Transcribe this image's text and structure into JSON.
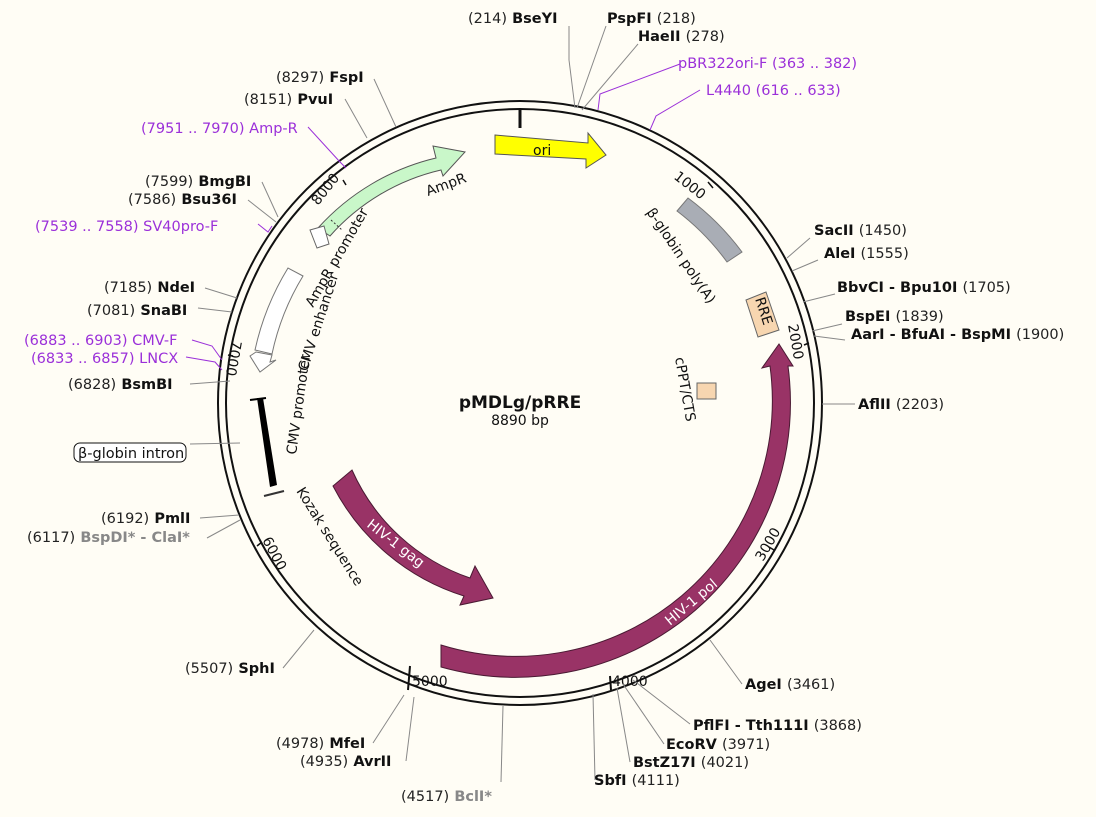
{
  "plasmid": {
    "name": "pMDLg/pRRE",
    "size_label": "8890 bp",
    "length": 8890
  },
  "colors": {
    "background": "#fffdf5",
    "backbone": "#111111",
    "primer": "#9b30d9",
    "ori": "#ffff00",
    "ampr": "#c9f7c9",
    "hiv": "#993366",
    "polya": "#a9adb5",
    "rre": "#f7d6b0",
    "disabled_site": "#888888"
  },
  "ticks": [
    "1000",
    "2000",
    "3000",
    "4000",
    "5000",
    "6000",
    "7000",
    "8000"
  ],
  "enzymes": [
    {
      "pos": "(214)",
      "name": "BseYI"
    },
    {
      "pos": "(218)",
      "name": "PspFI"
    },
    {
      "pos": "(278)",
      "name": "HaeII"
    },
    {
      "pos": "(1450)",
      "name": "SacII"
    },
    {
      "pos": "(1555)",
      "name": "AleI"
    },
    {
      "pos": "(1705)",
      "name": "BbvCI - Bpu10I"
    },
    {
      "pos": "(1839)",
      "name": "BspEI"
    },
    {
      "pos": "(1900)",
      "name": "AarI - BfuAI - BspMI"
    },
    {
      "pos": "(2203)",
      "name": "AflII"
    },
    {
      "pos": "(3461)",
      "name": "AgeI"
    },
    {
      "pos": "(3868)",
      "name": "PflFI - Tth111I"
    },
    {
      "pos": "(3971)",
      "name": "EcoRV"
    },
    {
      "pos": "(4021)",
      "name": "BstZ17I"
    },
    {
      "pos": "(4111)",
      "name": "SbfI"
    },
    {
      "pos": "(4517)",
      "name": "BclI*"
    },
    {
      "pos": "(4935)",
      "name": "AvrII"
    },
    {
      "pos": "(4978)",
      "name": "MfeI"
    },
    {
      "pos": "(5507)",
      "name": "SphI"
    },
    {
      "pos": "(6117)",
      "name": "BspDI* - ClaI*"
    },
    {
      "pos": "(6192)",
      "name": "PmlI"
    },
    {
      "pos": "(6828)",
      "name": "BsmBI"
    },
    {
      "pos": "(7081)",
      "name": "SnaBI"
    },
    {
      "pos": "(7185)",
      "name": "NdeI"
    },
    {
      "pos": "(7586)",
      "name": "Bsu36I"
    },
    {
      "pos": "(7599)",
      "name": "BmgBI"
    },
    {
      "pos": "(8151)",
      "name": "PvuI"
    },
    {
      "pos": "(8297)",
      "name": "FspI"
    }
  ],
  "primers": [
    {
      "name": "pBR322ori-F",
      "range": "(363 .. 382)"
    },
    {
      "name": "L4440",
      "range": "(616 .. 633)"
    },
    {
      "name": "Amp-R",
      "range": "(7951 .. 7970)"
    },
    {
      "name": "SV40pro-F",
      "range": "(7539 .. 7558)"
    },
    {
      "name": "CMV-F",
      "range": "(6883 .. 6903)"
    },
    {
      "name": "LNCX",
      "range": "(6833 .. 6857)"
    }
  ],
  "features": {
    "ori": "ori",
    "ampr": "AmpR",
    "ampr_promoter": "AmpR promoter",
    "cmv_enhancer": "CMV enhancer",
    "cmv_promoter": "CMV promoter",
    "globin_polya": "β-globin poly(A)",
    "rre": "RRE",
    "cppt": "cPPT/CTS",
    "hiv_gag": "HIV-1 gag",
    "hiv_pol": "HIV-1 pol",
    "kozak": "Kozak sequence",
    "globin_intron": "β-globin intron"
  }
}
